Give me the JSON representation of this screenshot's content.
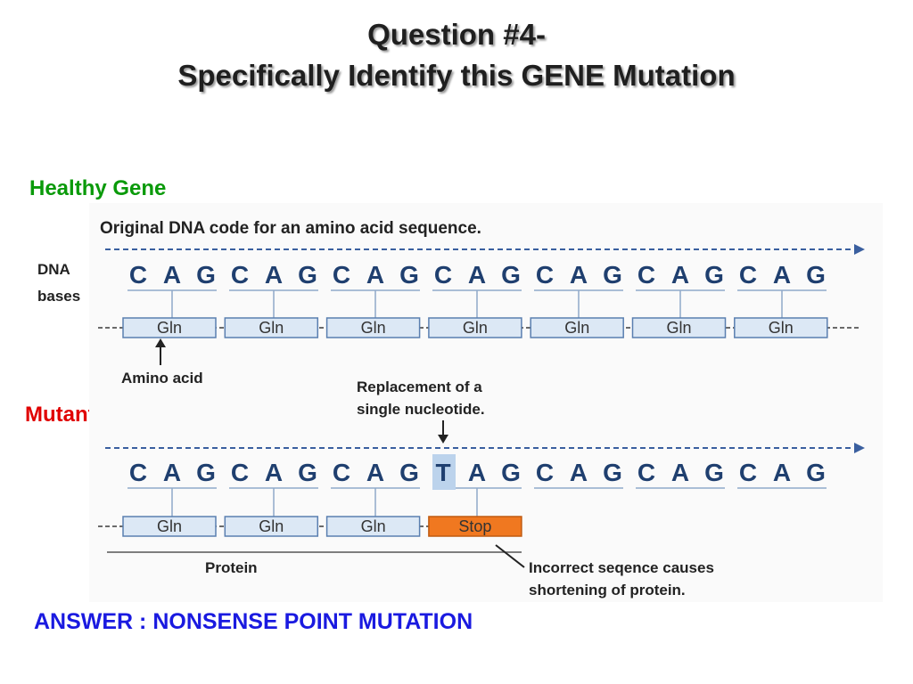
{
  "slide": {
    "title_line1": "Question #4-",
    "title_line2": "Specifically Identify this GENE Mutation",
    "healthy_label": "Healthy Gene",
    "mutant_label": "Mutant Gene",
    "answer": "ANSWER : NONSENSE POINT MUTATION"
  },
  "diagram": {
    "original_caption": "Original DNA code for an amino acid sequence.",
    "dna_label": "DNA",
    "bases_label": "bases",
    "amino_acid_label": "Amino acid",
    "replacement_note_line1": "Replacement of a",
    "replacement_note_line2": "single nucleotide.",
    "protein_label": "Protein",
    "incorrect_note_line1": "Incorrect seqence causes",
    "incorrect_note_line2": "shortening of protein.",
    "healthy_bases": [
      "C",
      "A",
      "G",
      "C",
      "A",
      "G",
      "C",
      "A",
      "G",
      "C",
      "A",
      "G",
      "C",
      "A",
      "G",
      "C",
      "A",
      "G",
      "C",
      "A",
      "G"
    ],
    "mutant_bases": [
      "C",
      "A",
      "G",
      "C",
      "A",
      "G",
      "C",
      "A",
      "G",
      "T",
      "A",
      "G",
      "C",
      "A",
      "G",
      "C",
      "A",
      "G",
      "C",
      "A",
      "G"
    ],
    "mutated_index": 9,
    "healthy_codons": [
      "Gln",
      "Gln",
      "Gln",
      "Gln",
      "Gln",
      "Gln",
      "Gln"
    ],
    "mutant_codons": [
      "Gln",
      "Gln",
      "Gln",
      "Stop"
    ],
    "colors": {
      "arrow": "#3a5f9f",
      "codon_fill": "#dce8f5",
      "stop_fill": "#f07820",
      "highlight": "#bcd3ec"
    }
  }
}
